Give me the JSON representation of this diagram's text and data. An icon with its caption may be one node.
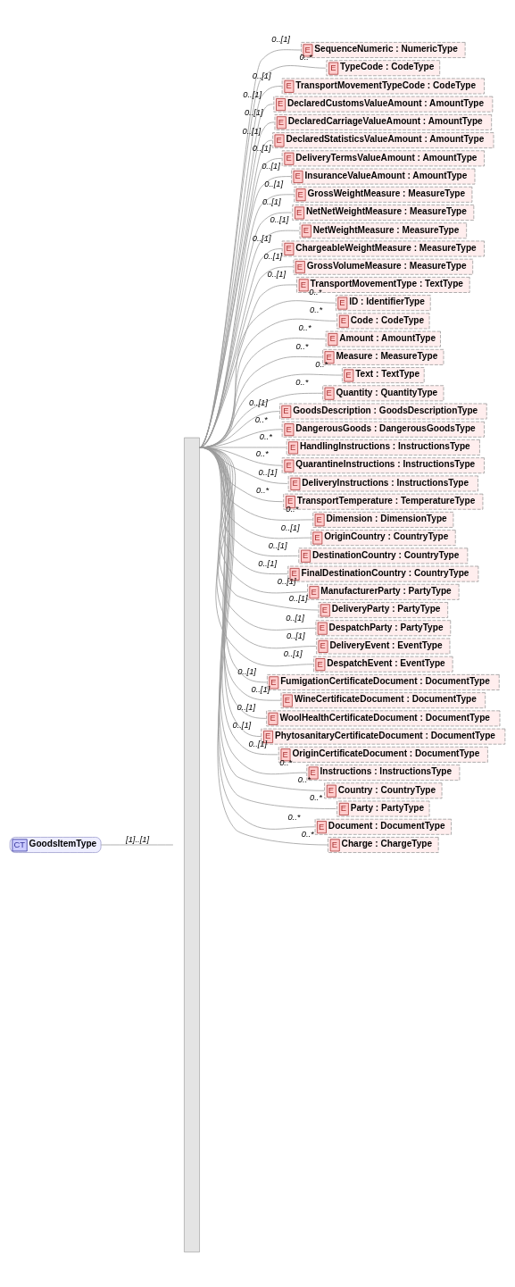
{
  "diagram": {
    "nodes": [
      {
        "text": [
          "CT",
          "GoodsItemType"
        ]
      },
      {
        "text": [],
        "shape": "bar"
      },
      {
        "text": [
          "E",
          "SequenceNumeric : NumericType"
        ]
      },
      {
        "text": [
          "E",
          "TypeCode : CodeType"
        ]
      },
      {
        "text": [
          "E",
          "TransportMovementTypeCode : CodeType"
        ]
      },
      {
        "text": [
          "E",
          "DeclaredCustomsValueAmount : AmountType"
        ]
      },
      {
        "text": [
          "E",
          "DeclaredCarriageValueAmount : AmountType"
        ]
      },
      {
        "text": [
          "E",
          "DeclaredStatisticsValueAmount : AmountType"
        ]
      },
      {
        "text": [
          "E",
          "DeliveryTermsValueAmount : AmountType"
        ]
      },
      {
        "text": [
          "E",
          "InsuranceValueAmount : AmountType"
        ]
      },
      {
        "text": [
          "E",
          "GrossWeightMeasure : MeasureType"
        ]
      },
      {
        "text": [
          "E",
          "NetNetWeightMeasure : MeasureType"
        ]
      },
      {
        "text": [
          "E",
          "NetWeightMeasure : MeasureType"
        ]
      },
      {
        "text": [
          "E",
          "ChargeableWeightMeasure : MeasureType"
        ]
      },
      {
        "text": [
          "E",
          "GrossVolumeMeasure : MeasureType"
        ]
      },
      {
        "text": [
          "E",
          "TransportMovementType : TextType"
        ]
      },
      {
        "text": [
          "E",
          "ID : IdentifierType"
        ]
      },
      {
        "text": [
          "E",
          "Code : CodeType"
        ]
      },
      {
        "text": [
          "E",
          "Amount : AmountType"
        ]
      },
      {
        "text": [
          "E",
          "Measure : MeasureType"
        ]
      },
      {
        "text": [
          "E",
          "Text : TextType"
        ]
      },
      {
        "text": [
          "E",
          "Quantity : QuantityType"
        ]
      },
      {
        "text": [
          "E",
          "GoodsDescription : GoodsDescriptionType"
        ]
      },
      {
        "text": [
          "E",
          "DangerousGoods : DangerousGoodsType"
        ]
      },
      {
        "text": [
          "E",
          "HandlingInstructions : InstructionsType"
        ]
      },
      {
        "text": [
          "E",
          "QuarantineInstructions : InstructionsType"
        ]
      },
      {
        "text": [
          "E",
          "DeliveryInstructions : InstructionsType"
        ]
      },
      {
        "text": [
          "E",
          "TransportTemperature : TemperatureType"
        ]
      },
      {
        "text": [
          "E",
          "Dimension : DimensionType"
        ]
      },
      {
        "text": [
          "E",
          "OriginCountry : CountryType"
        ]
      },
      {
        "text": [
          "E",
          "DestinationCountry : CountryType"
        ]
      },
      {
        "text": [
          "E",
          "FinalDestinationCountry : CountryType"
        ]
      },
      {
        "text": [
          "E",
          "ManufacturerParty : PartyType"
        ]
      },
      {
        "text": [
          "E",
          "DeliveryParty : PartyType"
        ]
      },
      {
        "text": [
          "E",
          "DespatchParty : PartyType"
        ]
      },
      {
        "text": [
          "E",
          "DeliveryEvent : EventType"
        ]
      },
      {
        "text": [
          "E",
          "DespatchEvent : EventType"
        ]
      },
      {
        "text": [
          "E",
          "FumigationCertificateDocument : DocumentType"
        ]
      },
      {
        "text": [
          "E",
          "WineCertificateDocument : DocumentType"
        ]
      },
      {
        "text": [
          "E",
          "WoolHealthCertificateDocument : DocumentType"
        ]
      },
      {
        "text": [
          "E",
          "PhytosanitaryCertificateDocument : DocumentType"
        ]
      },
      {
        "text": [
          "E",
          "OriginCertificateDocument : DocumentType"
        ]
      },
      {
        "text": [
          "E",
          "Instructions : InstructionsType"
        ]
      },
      {
        "text": [
          "E",
          "Country : CountryType"
        ]
      },
      {
        "text": [
          "E",
          "Party : PartyType"
        ]
      },
      {
        "text": [
          "E",
          "Document : DocumentType"
        ]
      },
      {
        "text": [
          "E",
          "Charge : ChargeType"
        ]
      }
    ],
    "edges": [
      {
        "from": 0,
        "to": 1,
        "arrow": "none",
        "label": "[1]..[1]"
      },
      {
        "from": 1,
        "to": 2,
        "arrow": "none",
        "label": "0..[1]"
      },
      {
        "from": 1,
        "to": 3,
        "arrow": "none",
        "label": "0..*"
      },
      {
        "from": 1,
        "to": 4,
        "arrow": "none",
        "label": "0..[1]"
      },
      {
        "from": 1,
        "to": 5,
        "arrow": "none",
        "label": "0..[1]"
      },
      {
        "from": 1,
        "to": 6,
        "arrow": "none",
        "label": "0..[1]"
      },
      {
        "from": 1,
        "to": 7,
        "arrow": "none",
        "label": "0..[1]"
      },
      {
        "from": 1,
        "to": 8,
        "arrow": "none",
        "label": "0..[1]"
      },
      {
        "from": 1,
        "to": 9,
        "arrow": "none",
        "label": "0..[1]"
      },
      {
        "from": 1,
        "to": 10,
        "arrow": "none",
        "label": "0..[1]"
      },
      {
        "from": 1,
        "to": 11,
        "arrow": "none",
        "label": "0..[1]"
      },
      {
        "from": 1,
        "to": 12,
        "arrow": "none",
        "label": "0..[1]"
      },
      {
        "from": 1,
        "to": 13,
        "arrow": "none",
        "label": "0..[1]"
      },
      {
        "from": 1,
        "to": 14,
        "arrow": "none",
        "label": "0..[1]"
      },
      {
        "from": 1,
        "to": 15,
        "arrow": "none",
        "label": "0..[1]"
      },
      {
        "from": 1,
        "to": 16,
        "arrow": "none",
        "label": "0..*"
      },
      {
        "from": 1,
        "to": 17,
        "arrow": "none",
        "label": "0..*"
      },
      {
        "from": 1,
        "to": 18,
        "arrow": "none",
        "label": "0..*"
      },
      {
        "from": 1,
        "to": 19,
        "arrow": "none",
        "label": "0..*"
      },
      {
        "from": 1,
        "to": 20,
        "arrow": "none",
        "label": "0..*"
      },
      {
        "from": 1,
        "to": 21,
        "arrow": "none",
        "label": "0..*"
      },
      {
        "from": 1,
        "to": 22,
        "arrow": "none",
        "label": "0..[1]"
      },
      {
        "from": 1,
        "to": 23,
        "arrow": "none",
        "label": "0..*"
      },
      {
        "from": 1,
        "to": 24,
        "arrow": "none",
        "label": "0..*"
      },
      {
        "from": 1,
        "to": 25,
        "arrow": "none",
        "label": "0..*"
      },
      {
        "from": 1,
        "to": 26,
        "arrow": "none",
        "label": "0..[1]"
      },
      {
        "from": 1,
        "to": 27,
        "arrow": "none",
        "label": "0..*"
      },
      {
        "from": 1,
        "to": 28,
        "arrow": "none",
        "label": "0..*"
      },
      {
        "from": 1,
        "to": 29,
        "arrow": "none",
        "label": "0..[1]"
      },
      {
        "from": 1,
        "to": 30,
        "arrow": "none",
        "label": "0..[1]"
      },
      {
        "from": 1,
        "to": 31,
        "arrow": "none",
        "label": "0..[1]"
      },
      {
        "from": 1,
        "to": 32,
        "arrow": "none",
        "label": "0..[1]"
      },
      {
        "from": 1,
        "to": 33,
        "arrow": "none",
        "label": "0..[1]"
      },
      {
        "from": 1,
        "to": 34,
        "arrow": "none",
        "label": "0..[1]"
      },
      {
        "from": 1,
        "to": 35,
        "arrow": "none",
        "label": "0..[1]"
      },
      {
        "from": 1,
        "to": 36,
        "arrow": "none",
        "label": "0..[1]"
      },
      {
        "from": 1,
        "to": 37,
        "arrow": "none",
        "label": "0..[1]"
      },
      {
        "from": 1,
        "to": 38,
        "arrow": "none",
        "label": "0..[1]"
      },
      {
        "from": 1,
        "to": 39,
        "arrow": "none",
        "label": "0..[1]"
      },
      {
        "from": 1,
        "to": 40,
        "arrow": "none",
        "label": "0..[1]"
      },
      {
        "from": 1,
        "to": 41,
        "arrow": "none",
        "label": "0..[1]"
      },
      {
        "from": 1,
        "to": 42,
        "arrow": "none",
        "label": "0..*"
      },
      {
        "from": 1,
        "to": 43,
        "arrow": "none",
        "label": "0..*"
      },
      {
        "from": 1,
        "to": 44,
        "arrow": "none",
        "label": "0..*"
      },
      {
        "from": 1,
        "to": 45,
        "arrow": "none",
        "label": "0..*"
      },
      {
        "from": 1,
        "to": 46,
        "arrow": "none",
        "label": "0..*"
      }
    ]
  }
}
